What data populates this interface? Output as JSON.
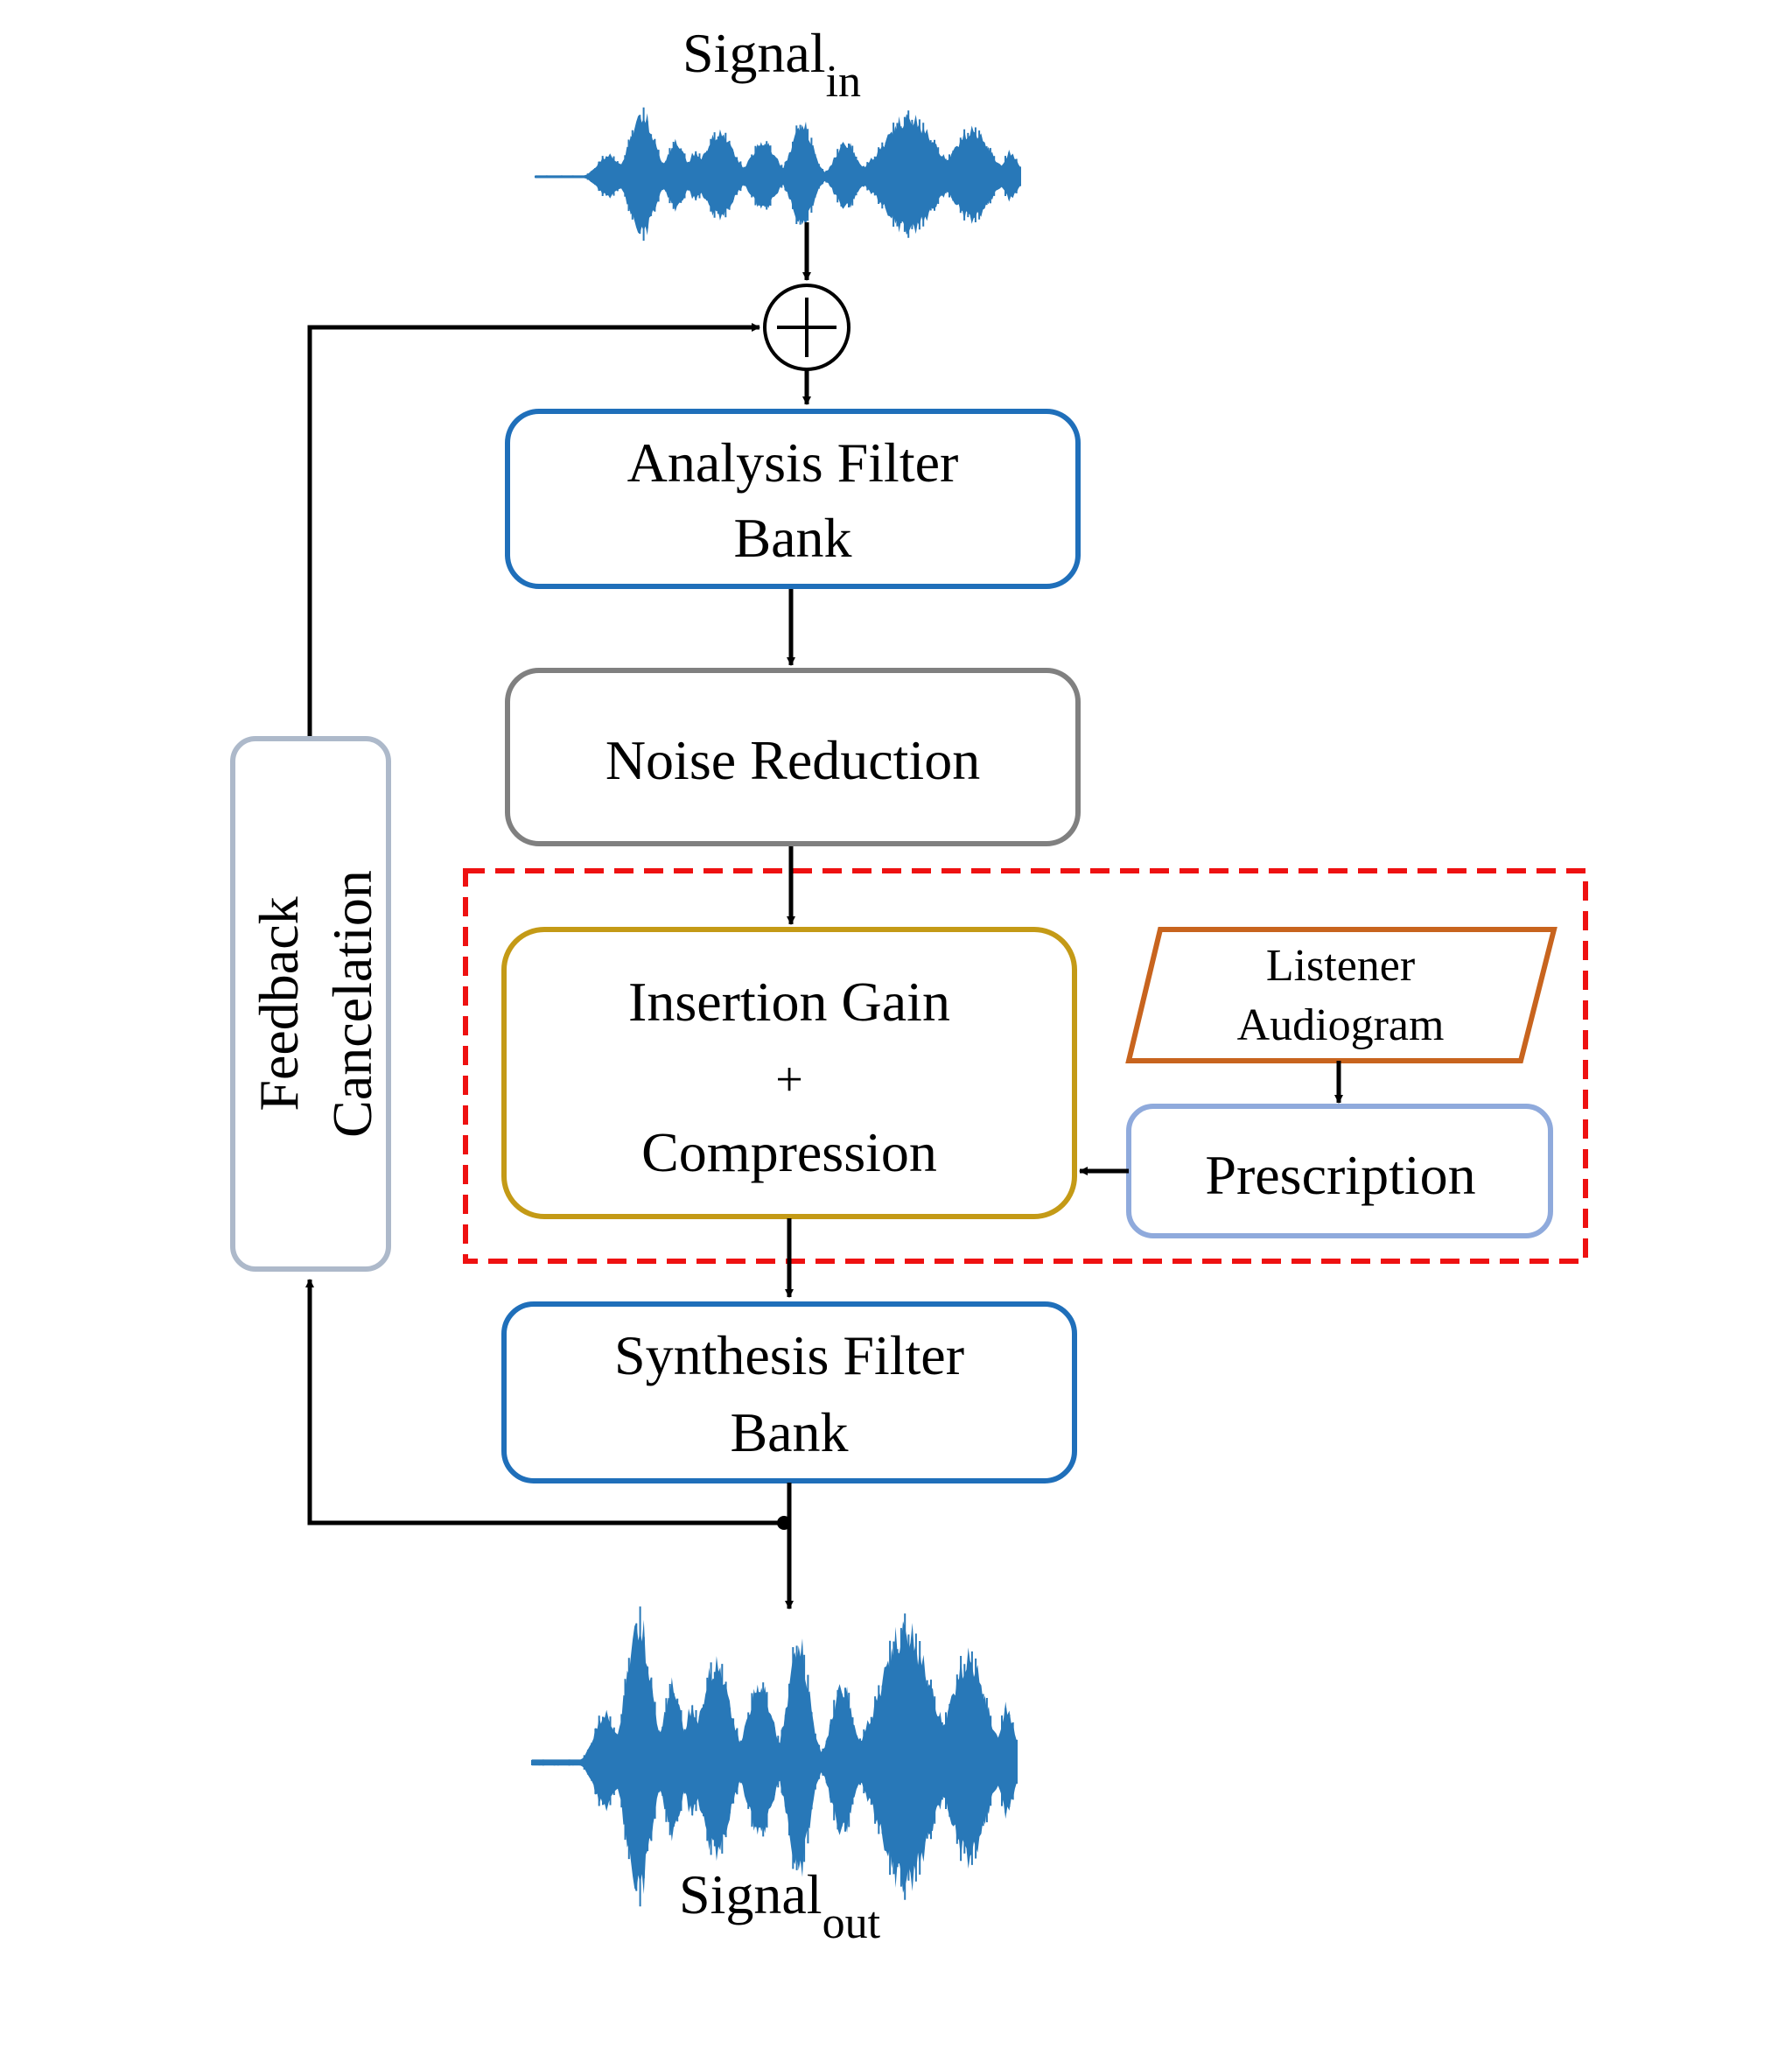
{
  "signal_in": {
    "base": "Signal",
    "sub": "in"
  },
  "signal_out": {
    "base": "Signal",
    "sub": "out"
  },
  "analysis_filter_bank": {
    "line1": "Analysis Filter",
    "line2": "Bank"
  },
  "noise_reduction": {
    "label": "Noise Reduction"
  },
  "insertion_gain": {
    "line1": "Insertion Gain",
    "line2": "+",
    "line3": "Compression"
  },
  "listener_audiogram": {
    "line1": "Listener",
    "line2": "Audiogram"
  },
  "prescription": {
    "label": "Prescription"
  },
  "synthesis_filter_bank": {
    "line1": "Synthesis Filter",
    "line2": "Bank"
  },
  "feedback_cancelation": {
    "line1": "Feedback",
    "line2": "Cancelation"
  },
  "colors": {
    "analysis_border": "#1f6fba",
    "synthesis_border": "#1f6fba",
    "noise_border": "#808080",
    "gain_border": "#c49a16",
    "audiogram_border": "#c8641e",
    "prescription_border": "#8faadc",
    "feedback_border": "#adb9ca",
    "dashed_region": "#ee1111",
    "waveform": "#2878b8"
  }
}
